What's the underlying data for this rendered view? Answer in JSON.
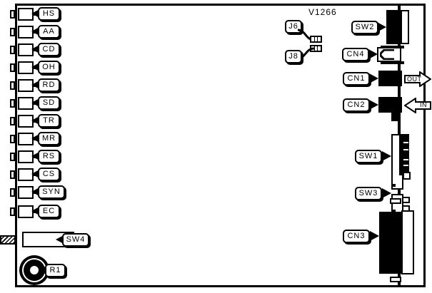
{
  "diagram": {
    "title": "V1266",
    "board_color": "#ffffff",
    "line_color": "#000000"
  },
  "leds": [
    {
      "label": "HS",
      "name": "led-hs"
    },
    {
      "label": "AA",
      "name": "led-aa"
    },
    {
      "label": "CD",
      "name": "led-cd"
    },
    {
      "label": "OH",
      "name": "led-oh"
    },
    {
      "label": "RD",
      "name": "led-rd"
    },
    {
      "label": "SD",
      "name": "led-sd"
    },
    {
      "label": "TR",
      "name": "led-tr"
    },
    {
      "label": "MR",
      "name": "led-mr"
    },
    {
      "label": "RS",
      "name": "led-rs"
    },
    {
      "label": "CS",
      "name": "led-cs"
    },
    {
      "label": "SYN",
      "name": "led-syn"
    },
    {
      "label": "EC",
      "name": "led-ec"
    }
  ],
  "switches": {
    "sw1": "SW1",
    "sw2": "SW2",
    "sw3": "SW3",
    "sw4": "SW4"
  },
  "connectors": {
    "cn1": "CN1",
    "cn2": "CN2",
    "cn3": "CN3",
    "cn4": "CN4"
  },
  "jumpers": {
    "j6": "J6",
    "j8": "J8"
  },
  "potentiometer": {
    "r1": "R1"
  },
  "direction_arrows": {
    "out": "OUT",
    "in": "IN"
  }
}
